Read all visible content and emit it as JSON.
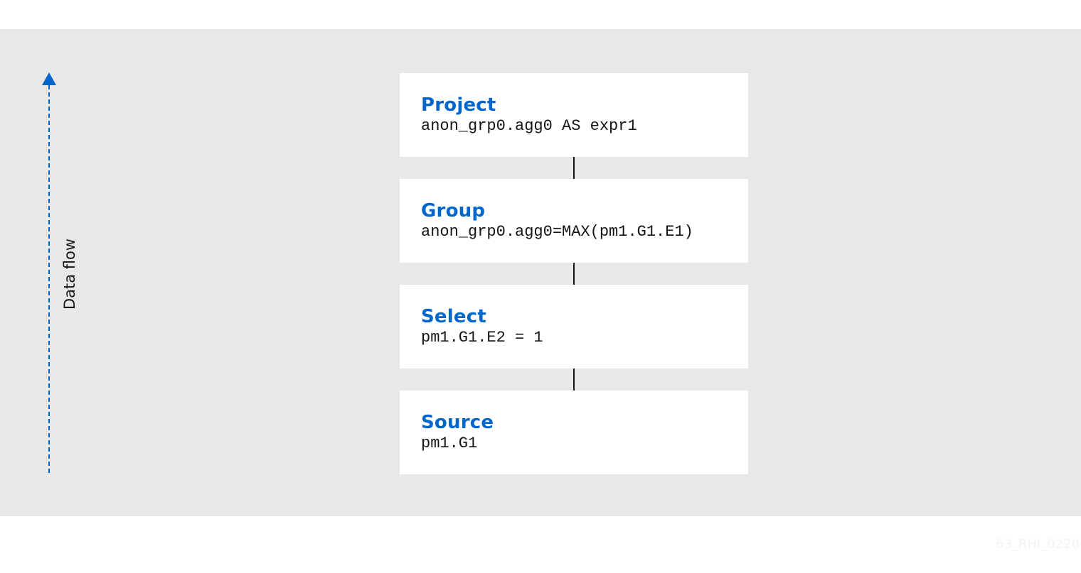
{
  "diagram": {
    "flow_label": "Data flow",
    "nodes": [
      {
        "title": "Project",
        "expr": "anon_grp0.agg0 AS expr1"
      },
      {
        "title": "Group",
        "expr": "anon_grp0.agg0=MAX(pm1.G1.E1)"
      },
      {
        "title": "Select",
        "expr": "pm1.G1.E2 = 1"
      },
      {
        "title": "Source",
        "expr": "pm1.G1"
      }
    ],
    "watermark": "63_RHI_0220"
  },
  "colors": {
    "accent": "#0066cc",
    "panel": "#e8e8e8",
    "text": "#151515"
  }
}
